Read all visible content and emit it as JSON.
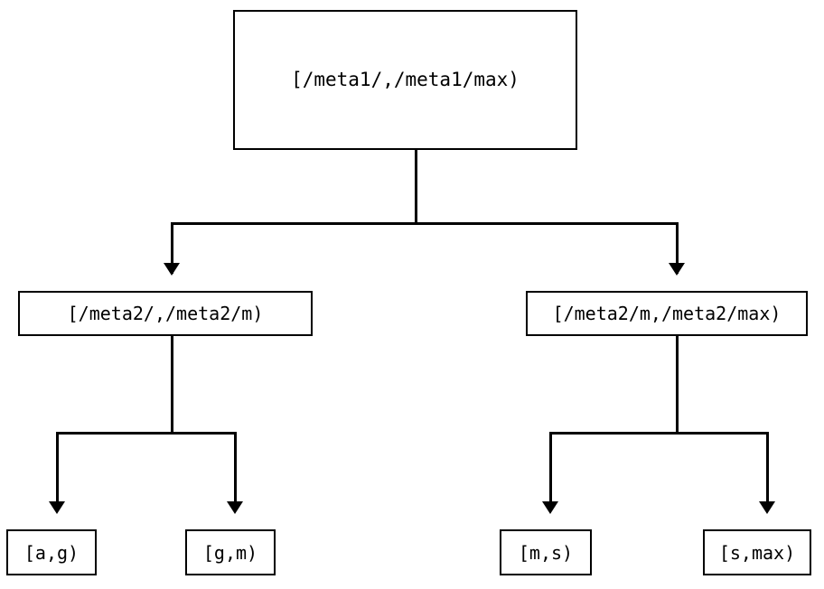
{
  "diagram": {
    "type": "tree",
    "title": "",
    "orientation": "top-down",
    "colors": {
      "stroke": "#000000",
      "background": "#ffffff",
      "text": "#000000"
    },
    "nodes": {
      "root": {
        "label": "[/meta1/,/meta1/max)",
        "level": 0
      },
      "meta2_lo": {
        "label": "[/meta2/,/meta2/m)",
        "level": 1
      },
      "meta2_hi": {
        "label": "[/meta2/m,/meta2/max)",
        "level": 1
      },
      "leaf_ag": {
        "label": "[a,g)",
        "level": 2
      },
      "leaf_gm": {
        "label": "[g,m)",
        "level": 2
      },
      "leaf_ms": {
        "label": "[m,s)",
        "level": 2
      },
      "leaf_smax": {
        "label": "[s,max)",
        "level": 2
      }
    },
    "edges": [
      {
        "from": "root",
        "to": "meta2_lo",
        "arrow": "down"
      },
      {
        "from": "root",
        "to": "meta2_hi",
        "arrow": "down"
      },
      {
        "from": "meta2_lo",
        "to": "leaf_ag",
        "arrow": "down"
      },
      {
        "from": "meta2_lo",
        "to": "leaf_gm",
        "arrow": "down"
      },
      {
        "from": "meta2_hi",
        "to": "leaf_ms",
        "arrow": "down"
      },
      {
        "from": "meta2_hi",
        "to": "leaf_smax",
        "arrow": "down"
      }
    ]
  }
}
